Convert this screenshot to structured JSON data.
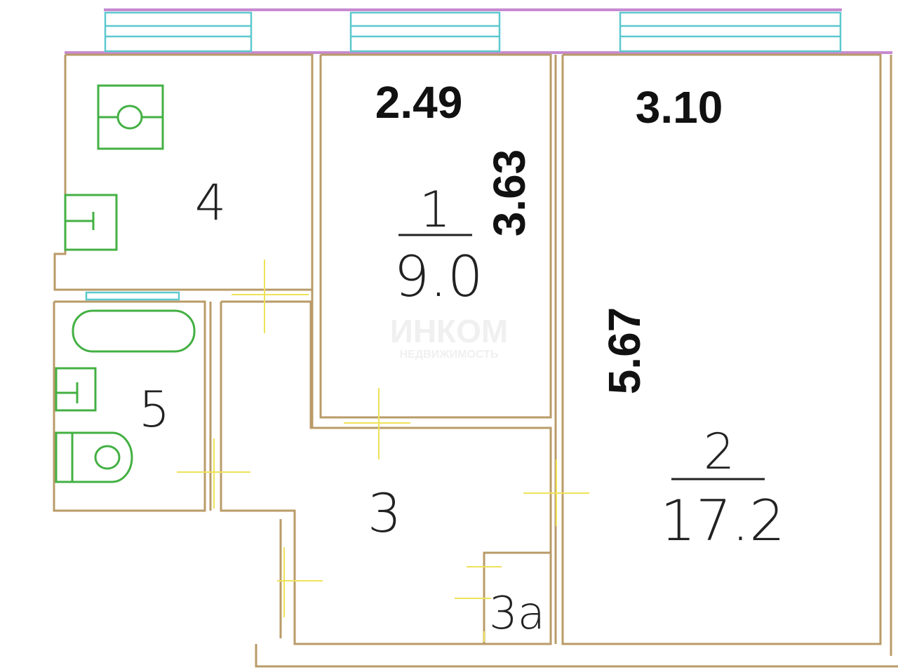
{
  "rooms": [
    {
      "number": "1",
      "area": "9.0"
    },
    {
      "number": "2",
      "area": "17.2"
    },
    {
      "number": "3"
    },
    {
      "number": "3а"
    },
    {
      "number": "4"
    },
    {
      "number": "5"
    }
  ],
  "dimensions": {
    "room1_width": "2.49",
    "room1_length": "3.63",
    "room2_width": "3.10",
    "room2_length": "5.67"
  },
  "watermark": {
    "brand": "ИНКОМ",
    "subtitle": "НЕДВИЖИМОСТЬ"
  },
  "colors": {
    "wall": "#b99b68",
    "fixture": "#43b043",
    "window": "#5cc8cf",
    "balcony": "#c78ad0",
    "door": "#eee25a"
  }
}
